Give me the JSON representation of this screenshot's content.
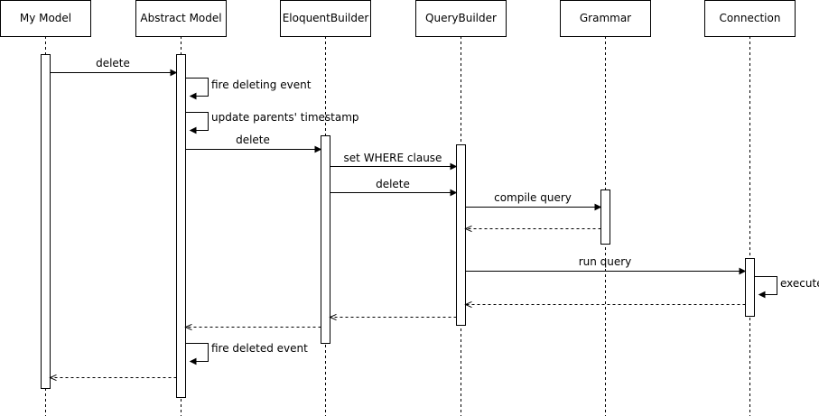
{
  "participants": [
    {
      "id": "my-model",
      "label": "My Model"
    },
    {
      "id": "abstract-model",
      "label": "Abstract Model"
    },
    {
      "id": "eloquent-builder",
      "label": "EloquentBuilder"
    },
    {
      "id": "query-builder",
      "label": "QueryBuilder"
    },
    {
      "id": "grammar",
      "label": "Grammar"
    },
    {
      "id": "connection",
      "label": "Connection"
    }
  ],
  "messages": [
    {
      "from": "my-model",
      "to": "abstract-model",
      "label": "delete",
      "kind": "call"
    },
    {
      "from": "abstract-model",
      "to": "abstract-model",
      "label": "fire deleting event",
      "kind": "self"
    },
    {
      "from": "abstract-model",
      "to": "abstract-model",
      "label": "update parents' timestamp",
      "kind": "self"
    },
    {
      "from": "abstract-model",
      "to": "eloquent-builder",
      "label": "delete",
      "kind": "call"
    },
    {
      "from": "eloquent-builder",
      "to": "query-builder",
      "label": "set WHERE clause",
      "kind": "call"
    },
    {
      "from": "eloquent-builder",
      "to": "query-builder",
      "label": "delete",
      "kind": "call"
    },
    {
      "from": "query-builder",
      "to": "grammar",
      "label": "compile query",
      "kind": "call"
    },
    {
      "from": "grammar",
      "to": "query-builder",
      "label": "",
      "kind": "return"
    },
    {
      "from": "query-builder",
      "to": "connection",
      "label": "run query",
      "kind": "call"
    },
    {
      "from": "connection",
      "to": "connection",
      "label": "execute",
      "kind": "self"
    },
    {
      "from": "connection",
      "to": "query-builder",
      "label": "",
      "kind": "return"
    },
    {
      "from": "query-builder",
      "to": "eloquent-builder",
      "label": "",
      "kind": "return"
    },
    {
      "from": "eloquent-builder",
      "to": "abstract-model",
      "label": "",
      "kind": "return"
    },
    {
      "from": "abstract-model",
      "to": "abstract-model",
      "label": "fire deleted event",
      "kind": "self"
    },
    {
      "from": "abstract-model",
      "to": "my-model",
      "label": "",
      "kind": "return"
    }
  ]
}
